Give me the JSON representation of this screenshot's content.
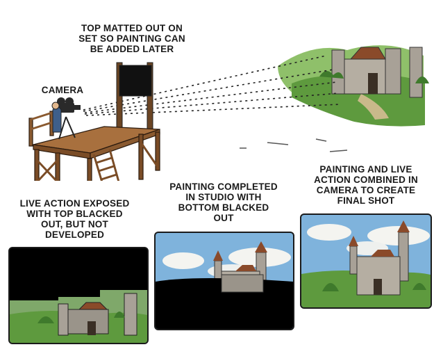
{
  "captions": {
    "top_matte": [
      "TOP MATTED OUT ON",
      "SET SO PAINTING CAN",
      "BE ADDED LATER"
    ],
    "camera": [
      "CAMERA"
    ],
    "live_action": [
      "LIVE ACTION EXPOSED",
      "WITH TOP BLACKED",
      "OUT, BUT NOT",
      "DEVELOPED"
    ],
    "painting": [
      "PAINTING COMPLETED",
      "IN STUDIO WITH",
      "BOTTOM BLACKED",
      "OUT"
    ],
    "final": [
      "PAINTING AND LIVE",
      "ACTION COMBINED IN",
      "CAMERA TO CREATE",
      "FINAL SHOT"
    ]
  },
  "colors": {
    "sky": "#7fb3dc",
    "cloud": "#f4f4f0",
    "grass": "#6ea84a",
    "stone": "#9a948a",
    "roof": "#8a4a2a",
    "wood": "#8a5a30",
    "ink": "#1a1a1a"
  }
}
